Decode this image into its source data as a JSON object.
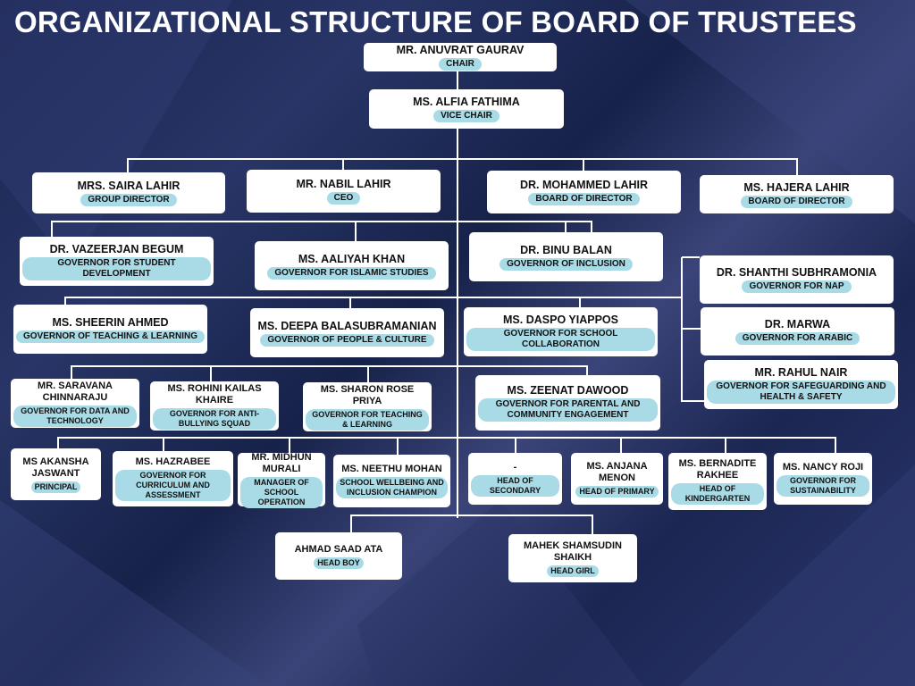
{
  "title": "ORGANIZATIONAL STRUCTURE OF BOARD OF TRUSTEES",
  "colors": {
    "background": "#1a2550",
    "card": "#ffffff",
    "pill": "#a9dbe7",
    "lines": "#ffffff"
  },
  "nodes": [
    {
      "name": "MR. ANUVRAT GAURAV",
      "role": "CHAIR"
    },
    {
      "name": "MS. ALFIA FATHIMA",
      "role": "VICE CHAIR"
    },
    {
      "name": "MRS. SAIRA LAHIR",
      "role": "GROUP DIRECTOR"
    },
    {
      "name": "MR. NABIL LAHIR",
      "role": "CEO"
    },
    {
      "name": "DR. MOHAMMED LAHIR",
      "role": "BOARD OF DIRECTOR"
    },
    {
      "name": "MS. HAJERA LAHIR",
      "role": "BOARD OF DIRECTOR"
    },
    {
      "name": "DR. VAZEERJAN BEGUM",
      "role": "GOVERNOR FOR STUDENT DEVELOPMENT"
    },
    {
      "name": "MS. AALIYAH KHAN",
      "role": "GOVERNOR FOR ISLAMIC STUDIES"
    },
    {
      "name": "DR. BINU BALAN",
      "role": "GOVERNOR OF INCLUSION"
    },
    {
      "name": "DR. SHANTHI SUBHRAMONIA",
      "role": "GOVERNOR FOR NAP"
    },
    {
      "name": "DR. MARWA",
      "role": "GOVERNOR FOR ARABIC"
    },
    {
      "name": "MR. RAHUL NAIR",
      "role": "GOVERNOR FOR SAFEGUARDING AND HEALTH & SAFETY"
    },
    {
      "name": "MS. SHEERIN AHMED",
      "role": "GOVERNOR OF TEACHING & LEARNING"
    },
    {
      "name": "MS. DEEPA BALASUBRAMANIAN",
      "role": "GOVERNOR OF PEOPLE & CULTURE"
    },
    {
      "name": "MS. DASPO YIAPPOS",
      "role": "GOVERNOR FOR SCHOOL COLLABORATION"
    },
    {
      "name": "MR. SARAVANA CHINNARAJU",
      "role": "GOVERNOR FOR DATA AND TECHNOLOGY"
    },
    {
      "name": "MS. ROHINI KAILAS KHAIRE",
      "role": "GOVERNOR FOR ANTI-BULLYING SQUAD"
    },
    {
      "name": "MS. SHARON ROSE PRIYA",
      "role": "GOVERNOR FOR TEACHING & LEARNING"
    },
    {
      "name": "MS. ZEENAT DAWOOD",
      "role": "GOVERNOR FOR PARENTAL AND COMMUNITY ENGAGEMENT"
    },
    {
      "name": "MS AKANSHA JASWANT",
      "role": "PRINCIPAL"
    },
    {
      "name": "MS. HAZRABEE",
      "role": "GOVERNOR FOR CURRICULUM AND ASSESSMENT"
    },
    {
      "name": "MR. MIDHUN MURALI",
      "role": "MANAGER OF SCHOOL OPERATION"
    },
    {
      "name": "MS. NEETHU MOHAN",
      "role": "SCHOOL WELLBEING AND INCLUSION CHAMPION"
    },
    {
      "name": "-",
      "role": "HEAD OF SECONDARY"
    },
    {
      "name": "MS. ANJANA MENON",
      "role": "HEAD OF PRIMARY"
    },
    {
      "name": "MS. BERNADITE RAKHEE",
      "role": "HEAD OF KINDERGARTEN"
    },
    {
      "name": "MS. NANCY ROJI",
      "role": "GOVERNOR FOR SUSTAINABILITY"
    },
    {
      "name": "AHMAD SAAD ATA",
      "role": "HEAD BOY"
    },
    {
      "name": "MAHEK SHAMSUDIN SHAIKH",
      "role": "HEAD GIRL"
    }
  ]
}
